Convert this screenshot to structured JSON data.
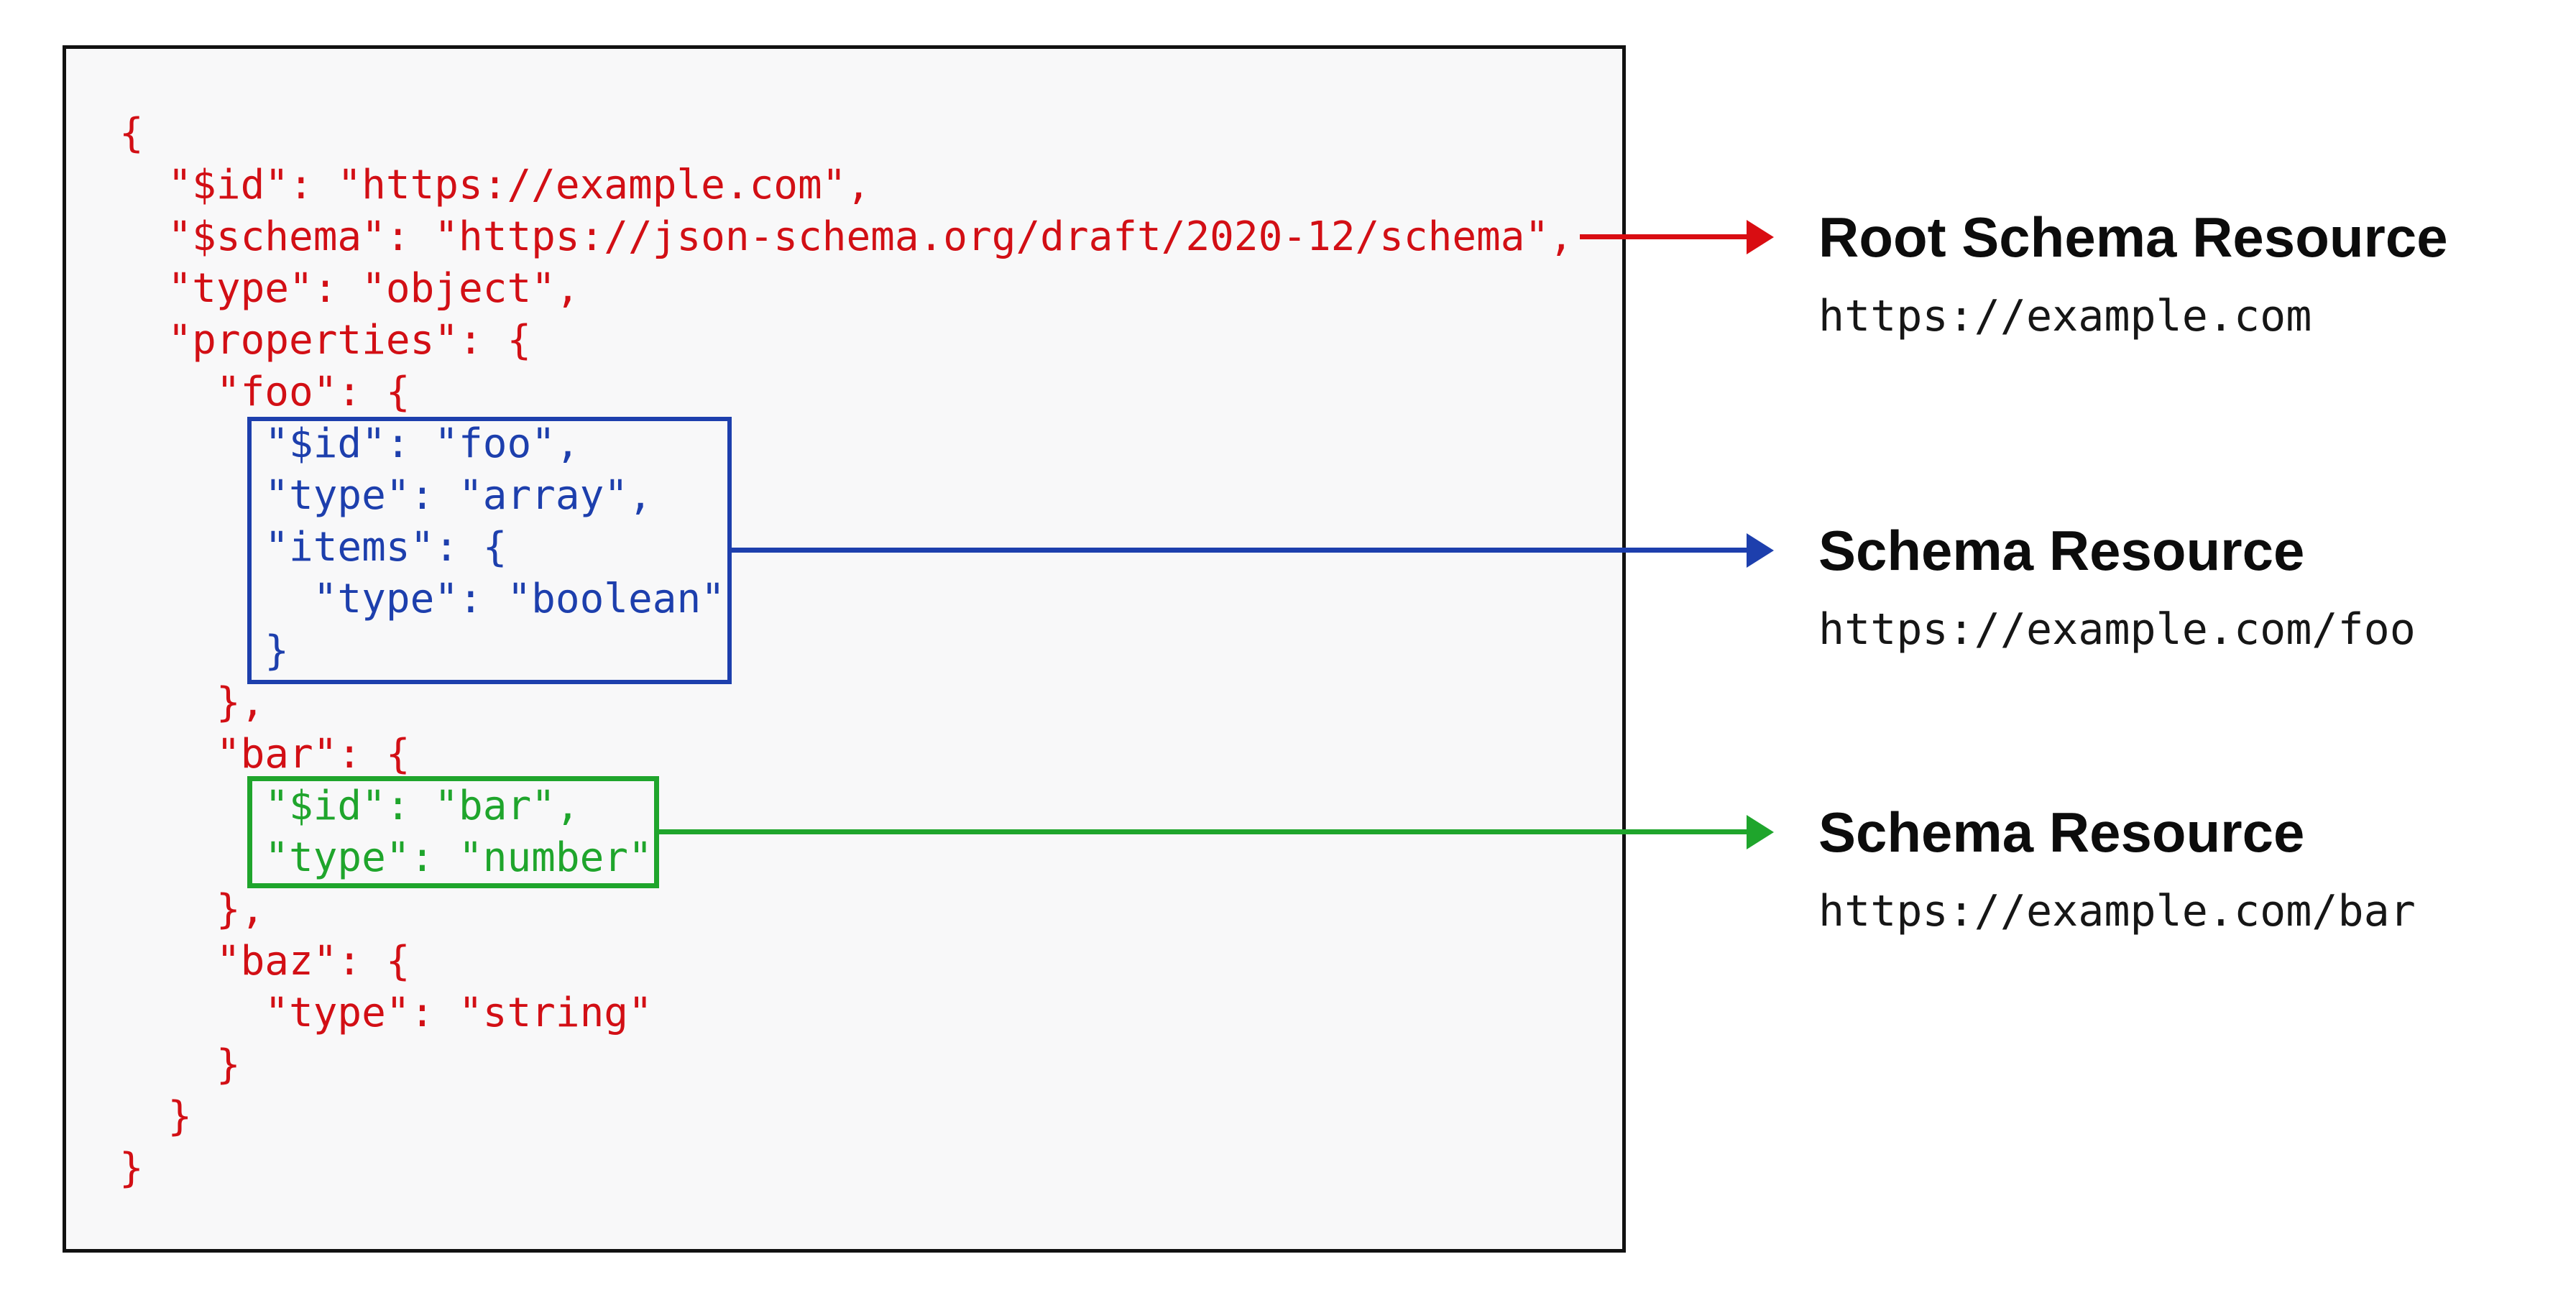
{
  "colors": {
    "code_red": "#d20f15",
    "code_blue": "#1d3fad",
    "code_green": "#1fa52c",
    "arrow_red": "#d90d12",
    "arrow_blue": "#1d3fad",
    "arrow_green": "#1fa52c",
    "panel_border": "#111111",
    "panel_background": "#f8f8f9"
  },
  "code": {
    "lines": [
      {
        "text": "{",
        "color": "red"
      },
      {
        "text": "  \"$id\": \"https://example.com\",",
        "color": "red"
      },
      {
        "text": "  \"$schema\": \"https://json-schema.org/draft/2020-12/schema\",",
        "color": "red"
      },
      {
        "text": "  \"type\": \"object\",",
        "color": "red"
      },
      {
        "text": "  \"properties\": {",
        "color": "red"
      },
      {
        "text": "    \"foo\": {",
        "color": "red"
      },
      {
        "text": "      \"$id\": \"foo\",",
        "color": "blue"
      },
      {
        "text": "      \"type\": \"array\",",
        "color": "blue"
      },
      {
        "text": "      \"items\": {",
        "color": "blue"
      },
      {
        "text": "        \"type\": \"boolean\"",
        "color": "blue"
      },
      {
        "text": "      }",
        "color": "blue"
      },
      {
        "text": "    },",
        "color": "red"
      },
      {
        "text": "    \"bar\": {",
        "color": "red"
      },
      {
        "text": "      \"$id\": \"bar\",",
        "color": "green"
      },
      {
        "text": "      \"type\": \"number\"",
        "color": "green"
      },
      {
        "text": "    },",
        "color": "red"
      },
      {
        "text": "    \"baz\": {",
        "color": "red"
      },
      {
        "text": "      \"type\": \"string\"",
        "color": "red"
      },
      {
        "text": "    }",
        "color": "red"
      },
      {
        "text": "  }",
        "color": "red"
      },
      {
        "text": "}",
        "color": "red"
      }
    ]
  },
  "annotations": [
    {
      "title": "Root Schema Resource",
      "url": "https://example.com",
      "arrow_color": "red"
    },
    {
      "title": "Schema Resource",
      "url": "https://example.com/foo",
      "arrow_color": "blue"
    },
    {
      "title": "Schema Resource",
      "url": "https://example.com/bar",
      "arrow_color": "green"
    }
  ]
}
